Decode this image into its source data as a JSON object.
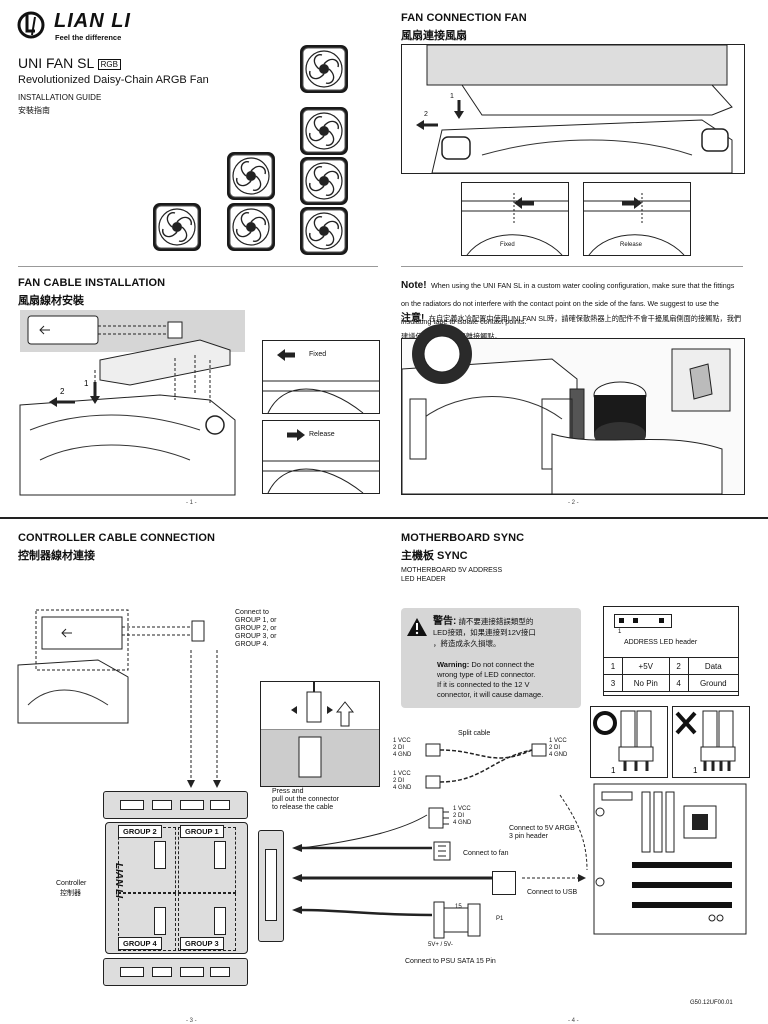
{
  "brand": {
    "name": "LIAN LI",
    "tagline": "Feel the difference"
  },
  "title": {
    "product": "UNI FAN SL",
    "badge": "RGB",
    "subtitle": "Revolutionized Daisy-Chain ARGB Fan",
    "guide_en": "INSTALLATION GUIDE",
    "guide_zh": "安裝指南"
  },
  "fan_connection": {
    "heading_en": "FAN CONNECTION FAN",
    "heading_zh": "風扇連接風扇",
    "label_fixed": "Fixed",
    "label_release": "Release",
    "step1": "1",
    "step2": "2"
  },
  "fan_cable": {
    "heading_en": "FAN CABLE INSTALLATION",
    "heading_zh": "風扇線材安裝",
    "label_fixed": "Fixed",
    "label_release": "Release",
    "step1": "1",
    "step2": "2"
  },
  "note": {
    "label_en": "Note!",
    "text_en": "When using the UNI FAN SL in a custom water cooling configuration, make sure that the fittings on the radiators do not interfere with the contact point on the side of the fans. We suggest to use the insulating tape to isolate contact points.",
    "label_zh": "注意!",
    "text_zh": "在自定義水冷配置中使用UNI FAN SL時，請確保散熱器上的配件不會干擾風扇側面的接觸點，我們建議使用絕緣膠帶隔離接觸點。"
  },
  "pages": {
    "p1": "- 1 -",
    "p2": "- 2 -",
    "p3": "- 3 -",
    "p4": "- 4 -"
  },
  "controller": {
    "heading_en": "CONTROLLER CABLE CONNECTION",
    "heading_zh": "控制器線材連接",
    "connect_note": [
      "Connect to",
      "GROUP 1, or",
      "GROUP 2, or",
      "GROUP 3, or",
      "GROUP 4."
    ],
    "press_note": [
      "Press and",
      "pull out the connector",
      "to release the cable"
    ],
    "groups": [
      "GROUP 2",
      "GROUP 1",
      "GROUP 4",
      "GROUP 3"
    ],
    "controller_en": "Controller",
    "controller_zh": "控制器"
  },
  "motherboard": {
    "heading_en": "MOTHERBOARD SYNC",
    "heading_zh": "主機板 SYNC",
    "sub1": "MOTHERBOARD 5V ADDRESS",
    "sub2": "LED HEADER",
    "warn_zh_label": "警告:",
    "warn_zh": [
      "請不要連接錯誤類型的",
      "LED接頭，如果連接到12V接口",
      "，將造成永久損壞。"
    ],
    "warn_en_label": "Warning:",
    "warn_en": [
      "Do not connect the",
      "wrong type of LED connector.",
      "If it is connected to the 12 V",
      "connector, it will cause damage."
    ],
    "header_label": "ADDRESS LED header",
    "pin_one": "1",
    "pins": [
      [
        "1",
        "+5V",
        "2",
        "Data"
      ],
      [
        "3",
        "No Pin",
        "4",
        "Ground"
      ]
    ],
    "split_cable": "Split cable",
    "pin_labels": [
      "1 VCC",
      "2 DI",
      "4 GND"
    ],
    "connect_argb": [
      "Connect to 5V ARGB",
      "3 pin header"
    ],
    "connect_fan": "Connect to fan",
    "connect_usb": "Connect to USB",
    "connect_psu": "Connect  to PSU SATA 15 Pin",
    "psu_pins": "5V+ / 5V-",
    "p1_label": "P1",
    "pin15": "15",
    "code": "G50.12UF00.01"
  }
}
